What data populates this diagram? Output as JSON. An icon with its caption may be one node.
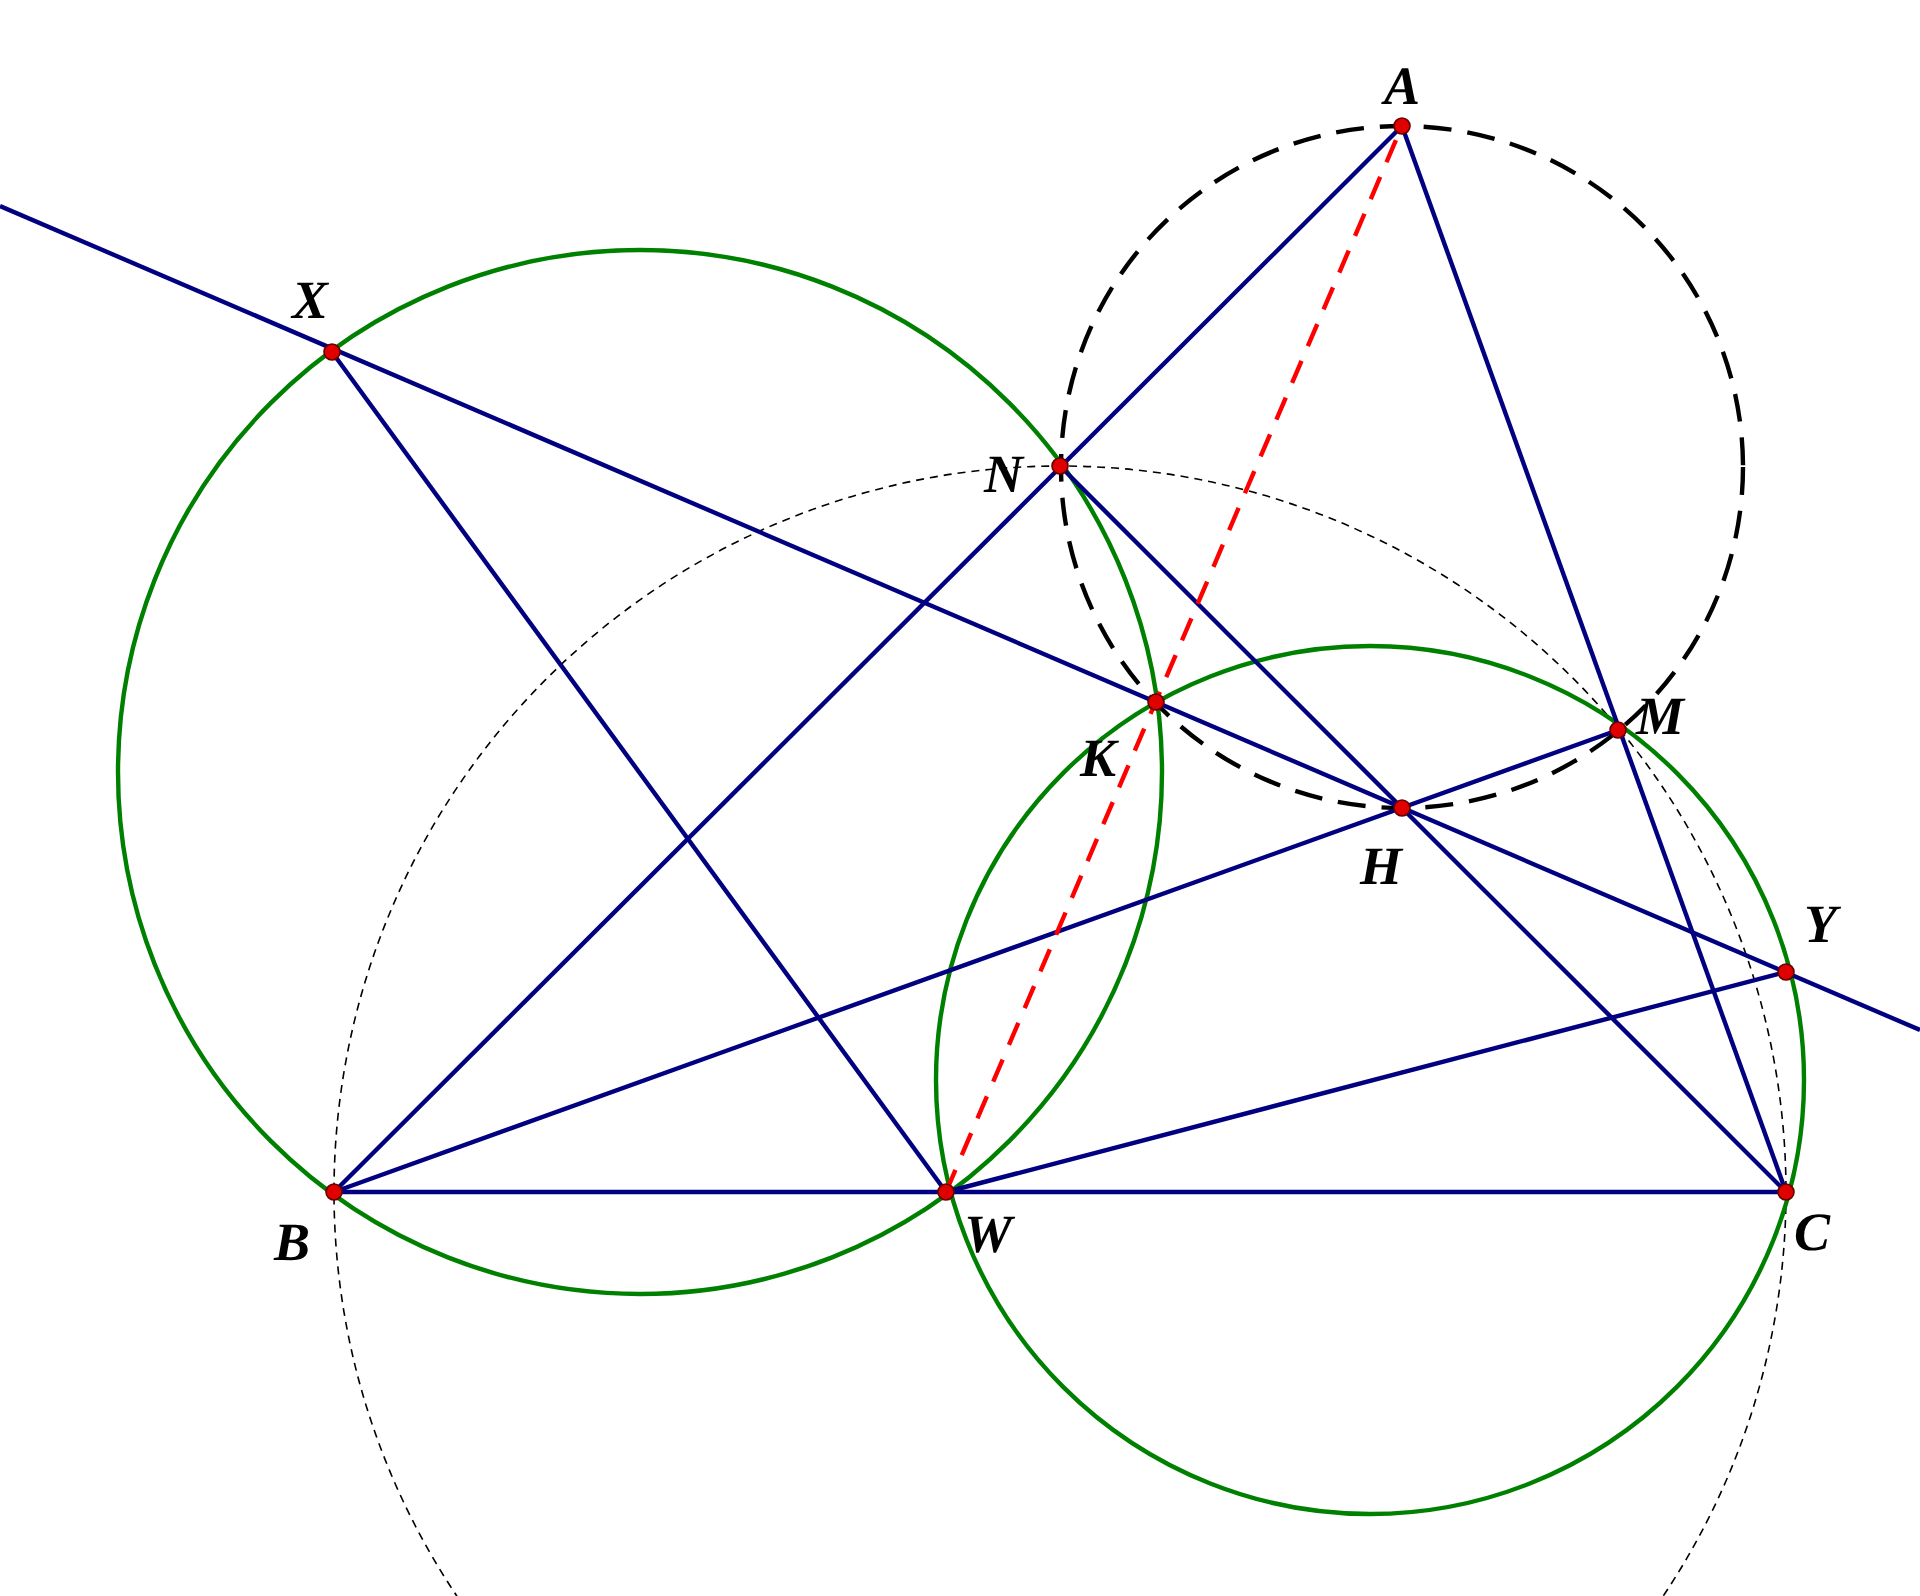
{
  "diagram": {
    "labels": [
      "A",
      "X",
      "N",
      "K",
      "M",
      "H",
      "Y",
      "B",
      "W",
      "C"
    ]
  }
}
